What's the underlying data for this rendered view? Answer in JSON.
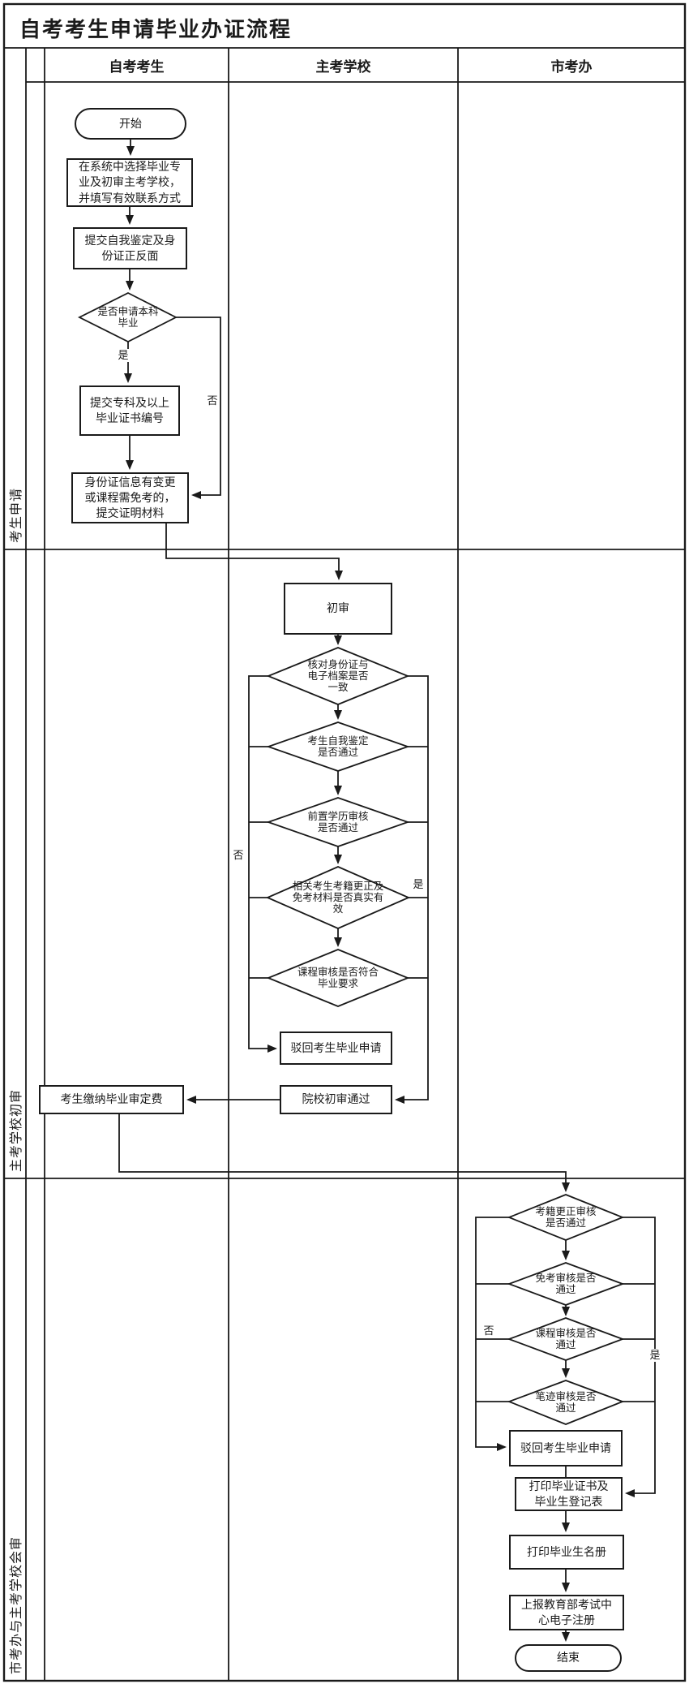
{
  "title": "自考考生申请毕业办证流程",
  "columns": [
    "自考考生",
    "主考学校",
    "市考办"
  ],
  "lanes": [
    "考生申请",
    "主考学校初审",
    "市考办与主考学校会审"
  ],
  "colors": {
    "ink": "#1a1a1a",
    "background": "#ffffff"
  },
  "nodes": {
    "start": "开始",
    "select_major": "在系统中选择毕业专\n业及初审主考学校，\n并填写有效联系方式",
    "submit_self_id": "提交自我鉴定及身\n份证正反面",
    "is_bachelor": "是否申请本科\n毕业",
    "submit_diploma_no": "提交专科及以上\n毕业证书编号",
    "submit_proof": "身份证信息有变更\n或课程需免考的，\n提交证明材料",
    "first_review": "初审",
    "check_id_archive": "核对身份证与\n电子档案是否\n一致",
    "check_self_eval": "考生自我鉴定\n是否通过",
    "check_prior_edu": "前置学历审核\n是否通过",
    "check_record_materials": "相关考生考籍更正及\n免考材料是否真实有\n效",
    "check_courses": "课程审核是否符合\n毕业要求",
    "reject_school": "驳回考生毕业申请",
    "school_pass": "院校初审通过",
    "pay_fee": "考生缴纳毕业审定费",
    "check_record_fix": "考籍更正审核\n是否通过",
    "check_exemption": "免考审核是否\n通过",
    "check_course_audit": "课程审核是否\n通过",
    "check_handwriting": "笔迹审核是否\n通过",
    "reject_city": "驳回考生毕业申请",
    "print_certificate": "打印毕业证书及\n毕业生登记表",
    "print_roster": "打印毕业生名册",
    "report_register": "上报教育部考试中\n心电子注册",
    "end": "结束"
  },
  "edge_labels": {
    "yes": "是",
    "no": "否"
  }
}
